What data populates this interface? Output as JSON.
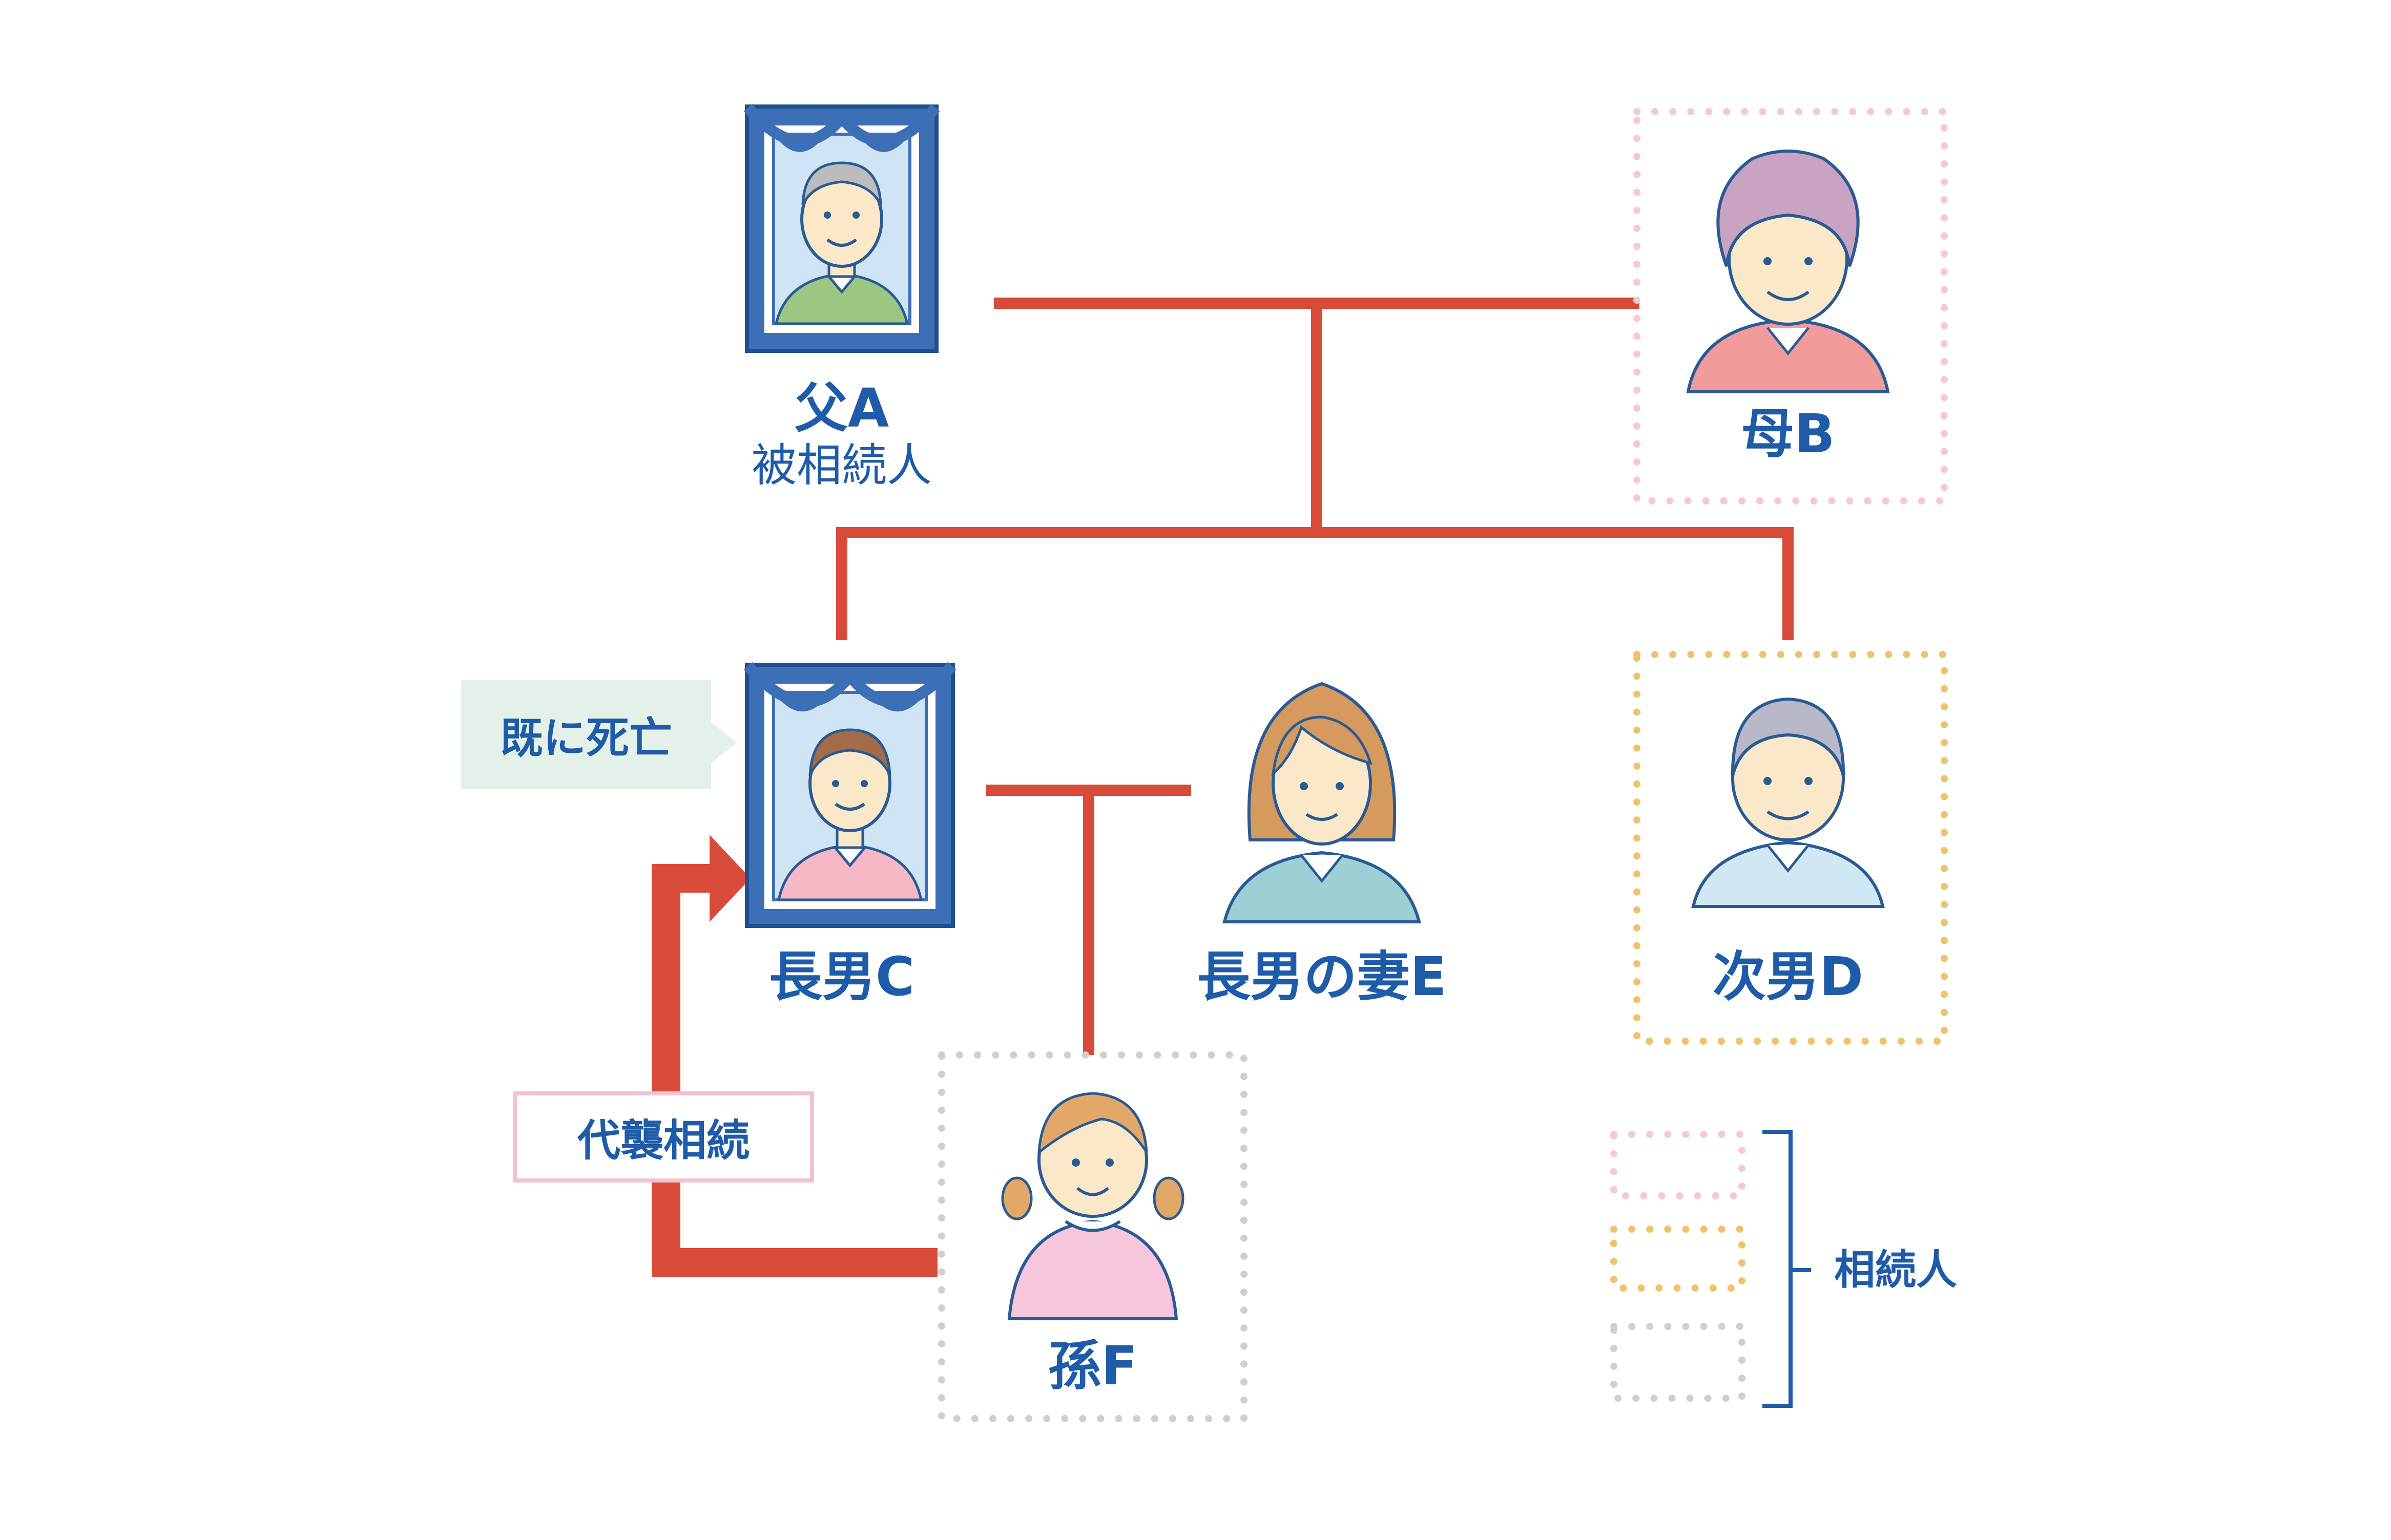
{
  "persons": {
    "father": {
      "name": "父A",
      "role": "被相続人"
    },
    "mother": {
      "name": "母B"
    },
    "eldest_son": {
      "name": "長男C"
    },
    "eldest_son_wife": {
      "name": "長男の妻E"
    },
    "second_son": {
      "name": "次男D"
    },
    "grandchild": {
      "name": "孫F"
    }
  },
  "callouts": {
    "deceased": "既に死亡",
    "representation": "代襲相続"
  },
  "legend": {
    "label": "相続人"
  },
  "colors": {
    "line_red": "#d84a3a",
    "text_blue": "#1e5ba8",
    "frame_blue": "#3d6fb6",
    "frame_light": "#cfe4f4",
    "callout_green": "#e3f1e8",
    "dot_pink": "#f6c7d5",
    "dot_orange": "#f2c16b",
    "dot_gray": "#cfcfcf",
    "callout_pink_border": "#f2c2d2"
  }
}
